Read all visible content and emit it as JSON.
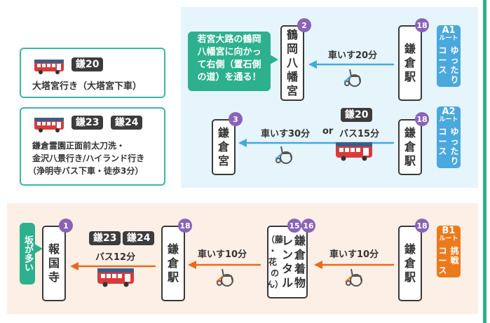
{
  "legend": {
    "box1": {
      "tag": "鎌20",
      "text": "大塔宮行き（大塔宮下車）"
    },
    "box2": {
      "tags": [
        "鎌23",
        "鎌24"
      ],
      "lines": [
        "鎌倉霊園正面前太刀洗・",
        "金沢八景行き/ハイランド行き",
        "（浄明寺バス下車・徒歩3分）"
      ]
    }
  },
  "routes": {
    "a1": {
      "code": "A1",
      "suffix": "ルート",
      "chars": [
        "ゆ",
        "っ",
        "た",
        "り"
      ],
      "side": [
        "コ",
        "ー",
        "ス"
      ],
      "color": "#4aa8dc"
    },
    "a2": {
      "code": "A2",
      "suffix": "ルート",
      "chars": [
        "ゆ",
        "っ",
        "た",
        "り"
      ],
      "side": [
        "コ",
        "ー",
        "ス"
      ],
      "color": "#4aa8dc"
    },
    "b1": {
      "code": "B1",
      "suffix": "ルート",
      "chars": [
        "挑",
        "戦"
      ],
      "side": [
        "コ",
        "ー",
        "ス"
      ],
      "color": "#ec7a1c"
    }
  },
  "stations": {
    "a1_start": {
      "badge": "18",
      "chars": [
        "鎌",
        "倉",
        "駅"
      ]
    },
    "a1_end": {
      "badge": "2",
      "chars": [
        "鶴",
        "岡",
        "八",
        "幡",
        "宮"
      ]
    },
    "a2_start": {
      "badge": "18",
      "chars": [
        "鎌",
        "倉",
        "駅"
      ]
    },
    "a2_end": {
      "badge": "3",
      "chars": [
        "鎌",
        "倉",
        "宮"
      ]
    },
    "b1_start": {
      "badge": "18",
      "chars": [
        "鎌",
        "倉",
        "駅"
      ]
    },
    "b1_rental": {
      "badges": [
        "15",
        "16"
      ],
      "chars": [
        "鎌",
        "倉",
        "着",
        "物"
      ],
      "chars2": [
        "レ",
        "ン",
        "タ",
        "ル"
      ],
      "chars3": [
        "（藤",
        "・花",
        "の",
        "ん）"
      ]
    },
    "b1_mid": {
      "badge": "18",
      "chars": [
        "鎌",
        "倉",
        "駅"
      ]
    },
    "b1_end": {
      "badge": "1",
      "chars": [
        "報",
        "国",
        "寺"
      ]
    }
  },
  "segments": {
    "a1": "車いす20分",
    "a2_wheel": "車いす30分",
    "a2_or": "or",
    "a2_bus": "バス15分",
    "a2_tag": "鎌20",
    "b1_first": "車いす10分",
    "b1_second": "車いす10分",
    "b1_bus": "バス12分",
    "b1_tags": [
      "鎌23",
      "鎌24"
    ]
  },
  "callouts": {
    "a1_note": [
      "若宮大路の鶴岡",
      "八幡宮に向かっ",
      "て右側（置石側",
      "の道）を通る！"
    ],
    "slope": "坂が多い"
  },
  "colors": {
    "blue_arrow": "#45a9db",
    "orange_arrow": "#ea6a1a",
    "green": "#2db08d",
    "badge": "#8a63b5"
  }
}
